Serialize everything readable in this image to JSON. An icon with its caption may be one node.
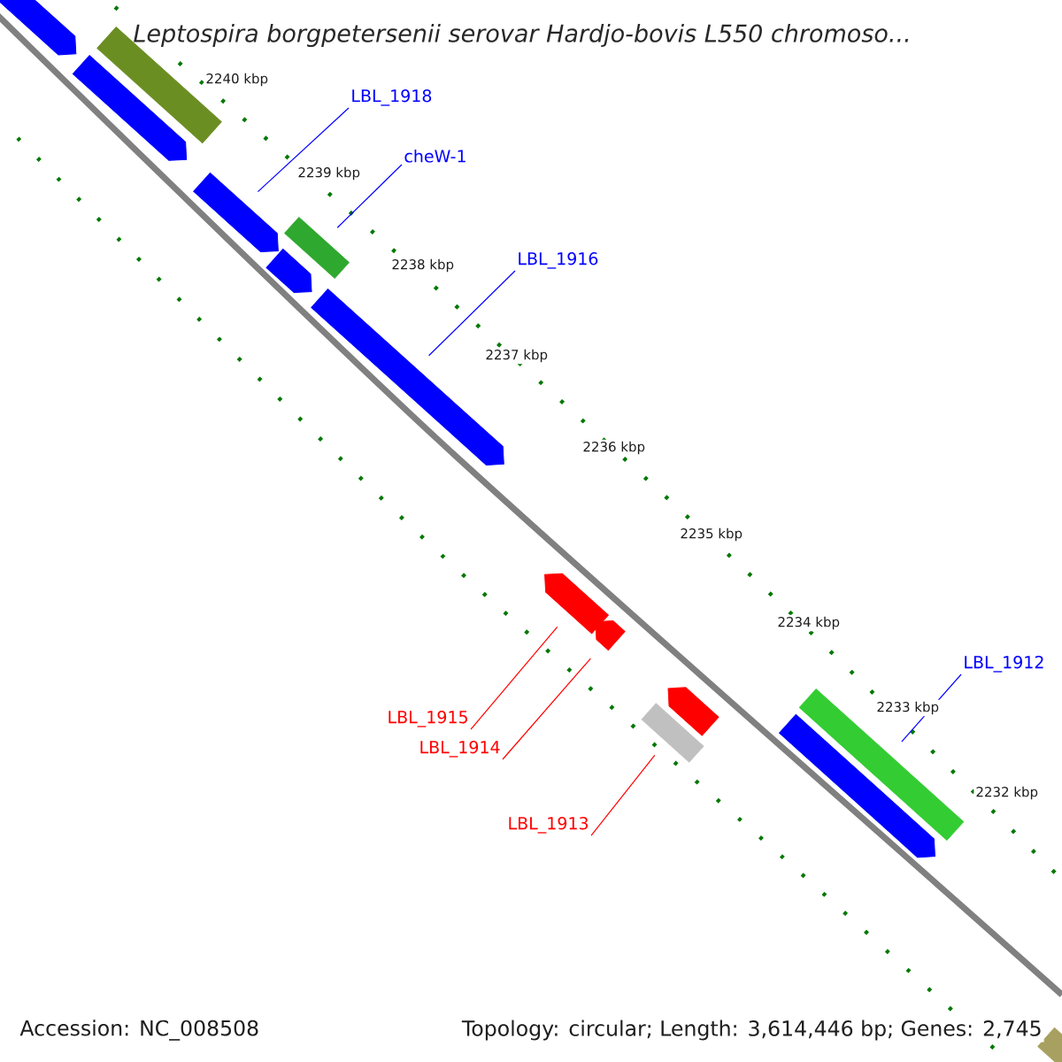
{
  "diagram": {
    "title": "Leptospira borgpetersenii serovar Hardjo-bovis L550 chromoso...",
    "nodes": [
      {
        "text": [],
        "shape": "arrow"
      },
      {
        "text": [],
        "shape": "bar"
      },
      {
        "text": [],
        "shape": "arrow"
      },
      {
        "text": [],
        "shape": "arrow"
      },
      {
        "text": [],
        "shape": "bar"
      },
      {
        "text": [],
        "shape": "arrow"
      },
      {
        "text": [],
        "shape": "arrow"
      },
      {
        "text": [],
        "shape": "arrow"
      },
      {
        "text": [],
        "shape": "arrow"
      },
      {
        "text": [],
        "shape": "bar"
      },
      {
        "text": [],
        "shape": "arrow"
      },
      {
        "text": [],
        "shape": "bar"
      },
      {
        "text": [],
        "shape": "arrow"
      },
      {
        "text": [],
        "shape": "bar"
      },
      {
        "text": [
          "LBL_1918"
        ]
      },
      {
        "text": [
          "cheW-1"
        ]
      },
      {
        "text": [
          "LBL_1916"
        ]
      },
      {
        "text": [
          "LBL_1912"
        ]
      },
      {
        "text": [
          "LBL_1915"
        ]
      },
      {
        "text": [
          "LBL_1914"
        ]
      },
      {
        "text": [
          "LBL_1913"
        ]
      }
    ],
    "edges": [
      {
        "from": 14,
        "to": 3,
        "arrow": "none"
      },
      {
        "from": 15,
        "to": 4,
        "arrow": "none"
      },
      {
        "from": 16,
        "to": 6,
        "arrow": "none"
      },
      {
        "from": 17,
        "to": 11,
        "arrow": "none"
      },
      {
        "from": 18,
        "to": 7,
        "arrow": "none",
        "color": "#ff0000"
      },
      {
        "from": 19,
        "to": 8,
        "arrow": "none",
        "color": "#ff0000"
      },
      {
        "from": 20,
        "to": 9,
        "arrow": "none",
        "color": "#ff0000"
      }
    ],
    "labels": [
      "2240 kbp",
      "2239 kbp",
      "2238 kbp",
      "2237 kbp",
      "2236 kbp",
      "2235 kbp",
      "2234 kbp",
      "2233 kbp",
      "2232 kbp",
      "Accession: NC_008508",
      "Topology: circular; Length: 3,614,446 bp; Genes: 2,745"
    ]
  }
}
